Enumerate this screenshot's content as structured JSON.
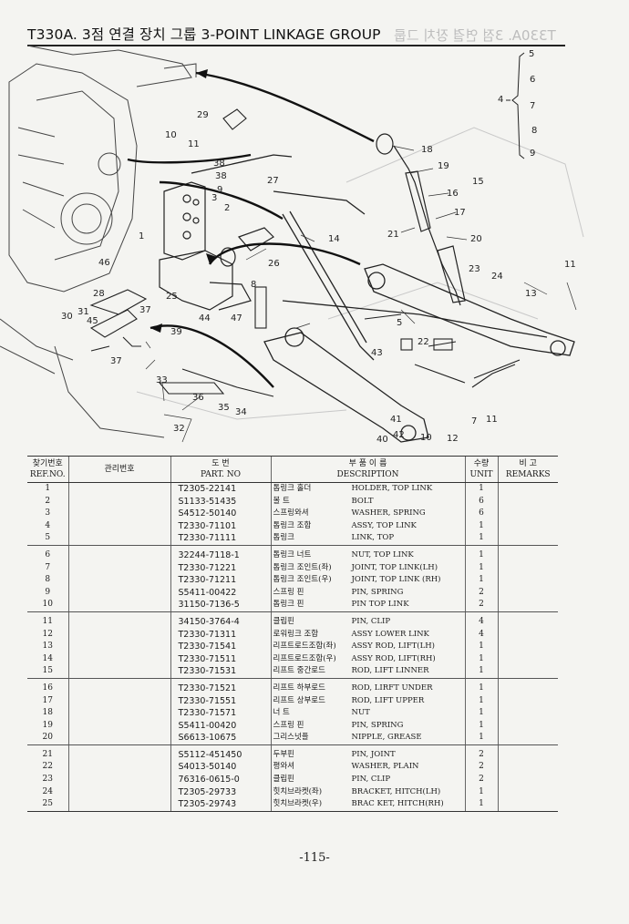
{
  "header": {
    "title": "T330A. 3점 연결 장치 그룹 3-POINT LINKAGE GROUP",
    "ghost_title": "T330A. 3점 연결 장치 그룹"
  },
  "diagram": {
    "labels": [
      "1",
      "2",
      "3",
      "4",
      "5",
      "5",
      "6",
      "7",
      "7",
      "8",
      "8",
      "9",
      "9",
      "10",
      "10",
      "11",
      "11",
      "11",
      "12",
      "13",
      "14",
      "15",
      "16",
      "17",
      "18",
      "19",
      "20",
      "21",
      "22",
      "23",
      "24",
      "25",
      "26",
      "27",
      "28",
      "29",
      "30",
      "31",
      "32",
      "33",
      "34",
      "35",
      "36",
      "37",
      "37",
      "38",
      "38",
      "39",
      "40",
      "41",
      "42",
      "43",
      "44",
      "45",
      "46",
      "47"
    ]
  },
  "table": {
    "headers": {
      "ref_kr": "찾기번호",
      "ref_en": "REF.NO.",
      "mgmt_kr": "관리번호",
      "part_kr": "도   번",
      "part_en": "PART. NO",
      "desc_kr": "부  품  이  름",
      "desc_en": "DESCRIPTION",
      "unit_kr": "수량",
      "unit_en": "UNIT",
      "remarks_kr": "비    고",
      "remarks_en": "REMARKS"
    },
    "rows": [
      {
        "ref": "1",
        "part": "T2305-22141",
        "kr": "톱링크 홀더",
        "en": "HOLDER, TOP LINK",
        "qty": "1"
      },
      {
        "ref": "2",
        "part": "S1133-51435",
        "kr": "볼 트",
        "en": "BOLT",
        "qty": "6"
      },
      {
        "ref": "3",
        "part": "S4512-50140",
        "kr": "스프링와셔",
        "en": "WASHER, SPRING",
        "qty": "6"
      },
      {
        "ref": "4",
        "part": "T2330-71101",
        "kr": "톱링크 조합",
        "en": "ASSY, TOP LINK",
        "qty": "1"
      },
      {
        "ref": "5",
        "part": "T2330-71111",
        "kr": "톱링크",
        "en": "LINK, TOP",
        "qty": "1"
      },
      {
        "ref": "6",
        "part": "32244-7118-1",
        "kr": "톱링크 너트",
        "en": "NUT, TOP LINK",
        "qty": "1"
      },
      {
        "ref": "7",
        "part": "T2330-71221",
        "kr": "톱링크 조인트(좌)",
        "en": "JOINT, TOP LINK(LH)",
        "qty": "1"
      },
      {
        "ref": "8",
        "part": "T2330-71211",
        "kr": "톱링크 조인트(우)",
        "en": "JOINT, TOP LINK (RH)",
        "qty": "1"
      },
      {
        "ref": "9",
        "part": "S5411-00422",
        "kr": "스프링 핀",
        "en": "PIN, SPRING",
        "qty": "2"
      },
      {
        "ref": "10",
        "part": "31150-7136-5",
        "kr": "톱링크 핀",
        "en": "PIN TOP LINK",
        "qty": "2"
      },
      {
        "ref": "11",
        "part": "34150-3764-4",
        "kr": "클립핀",
        "en": "PIN, CLIP",
        "qty": "4"
      },
      {
        "ref": "12",
        "part": "T2330-71311",
        "kr": "로워링크 조합",
        "en": "ASSY LOWER LINK",
        "qty": "4"
      },
      {
        "ref": "13",
        "part": "T2330-71541",
        "kr": "리프트로드조합(좌)",
        "en": "ASSY ROD, LIFT(LH)",
        "qty": "1"
      },
      {
        "ref": "14",
        "part": "T2330-71511",
        "kr": "리프트로드조합(우)",
        "en": "ASSY ROD, LIFT(RH)",
        "qty": "1"
      },
      {
        "ref": "15",
        "part": "T2330-71531",
        "kr": "리프트 중간로드",
        "en": "ROD, LIFT LINNER",
        "qty": "1"
      },
      {
        "ref": "16",
        "part": "T2330-71521",
        "kr": "리프트 하부로드",
        "en": "ROD, LIRFT UNDER",
        "qty": "1"
      },
      {
        "ref": "17",
        "part": "T2330-71551",
        "kr": "리프트 상부로드",
        "en": "ROD, LIFT UPPER",
        "qty": "1"
      },
      {
        "ref": "18",
        "part": "T2330-71571",
        "kr": "너 트",
        "en": "NUT",
        "qty": "1"
      },
      {
        "ref": "19",
        "part": "S5411-00420",
        "kr": "스프링 핀",
        "en": "PIN, SPRING",
        "qty": "1"
      },
      {
        "ref": "20",
        "part": "S6613-10675",
        "kr": "그리스넛플",
        "en": "NIPPLE, GREASE",
        "qty": "1"
      },
      {
        "ref": "21",
        "part": "S5112-451450",
        "kr": "두부핀",
        "en": "PIN, JOINT",
        "qty": "2"
      },
      {
        "ref": "22",
        "part": "S4013-50140",
        "kr": "평와셔",
        "en": "WASHER, PLAIN",
        "qty": "2"
      },
      {
        "ref": "23",
        "part": "76316-0615-0",
        "kr": "클립핀",
        "en": "PIN, CLIP",
        "qty": "2"
      },
      {
        "ref": "24",
        "part": "T2305-29733",
        "kr": "힛치브라켓(좌)",
        "en": "BRACKET, HITCH(LH)",
        "qty": "1"
      },
      {
        "ref": "25",
        "part": "T2305-29743",
        "kr": "힛치브라켓(우)",
        "en": "BRAC KET, HITCH(RH)",
        "qty": "1"
      }
    ]
  },
  "footer": {
    "page": "-115-"
  }
}
